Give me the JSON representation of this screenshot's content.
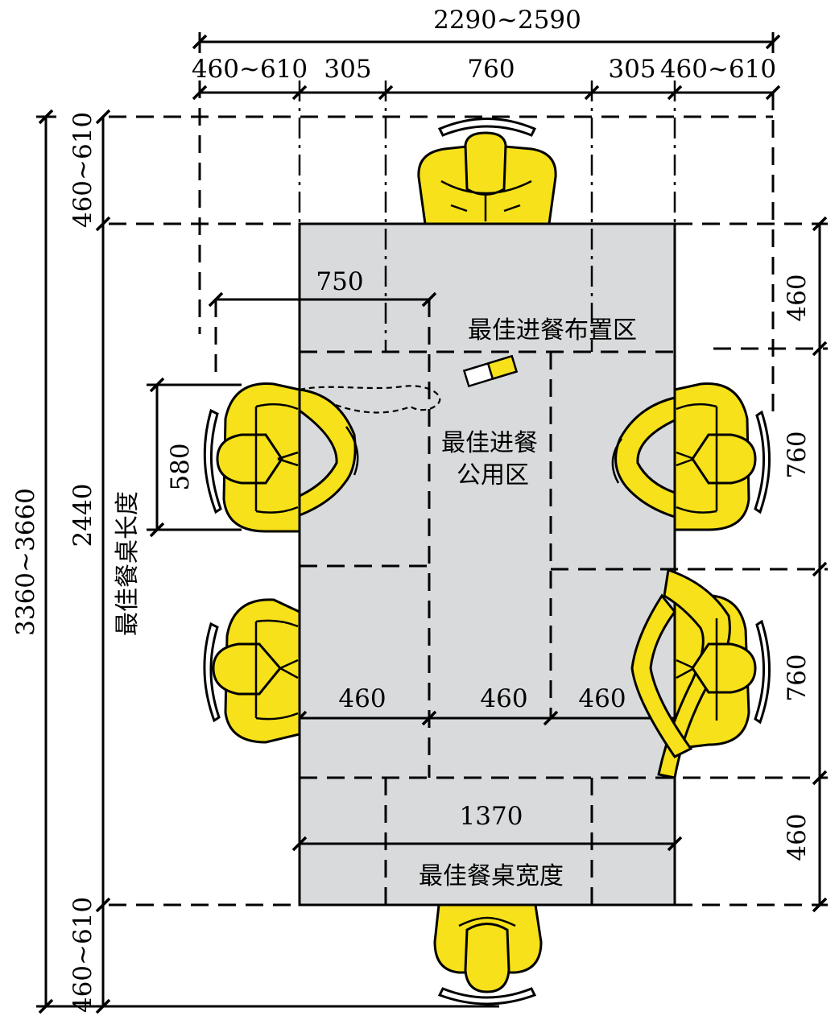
{
  "colors": {
    "table_fill": "#d9dadb",
    "person_fill": "#f6e11a",
    "line": "#000000"
  },
  "dimensions": {
    "overall_width": "2290~2590",
    "top_segments": [
      "460~610",
      "305",
      "760",
      "305",
      "460~610"
    ],
    "overall_length": "3360~3660",
    "left_top_margin": "460~610",
    "left_bottom_margin": "460~610",
    "table_length": "2440",
    "right_segments": [
      "460",
      "760",
      "760",
      "460"
    ],
    "elbow_width": "750",
    "shoulder_depth": "580",
    "inner_widths": [
      "460",
      "460",
      "460"
    ],
    "table_width": "1370"
  },
  "labels": {
    "best_layout_zone": "最佳进餐布置区",
    "best_shared_zone_line1": "最佳进餐",
    "best_shared_zone_line2": "公用区",
    "best_table_length": "最佳餐桌长度",
    "best_table_width": "最佳餐桌宽度"
  },
  "icons": [
    "person-top-view-icon",
    "chair-back-icon",
    "utensil-icon"
  ]
}
